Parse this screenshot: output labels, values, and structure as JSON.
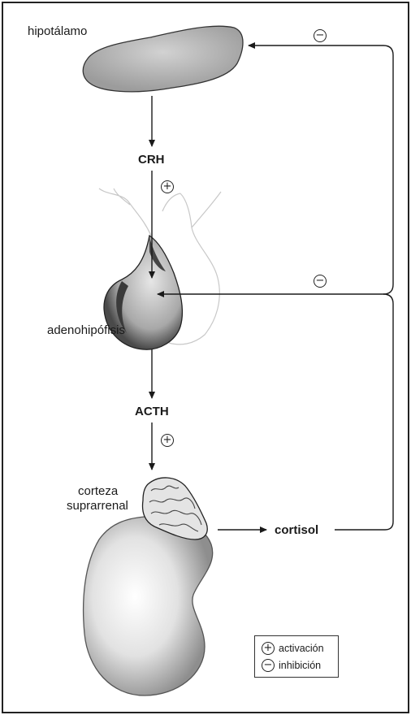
{
  "labels": {
    "hypothalamus": "hipotálamo",
    "crh": "CRH",
    "adenohypophysis": "adenohipófisis",
    "acth": "ACTH",
    "adrenal_cortex_line1": "corteza",
    "adrenal_cortex_line2": "suprarrenal",
    "cortisol": "cortisol"
  },
  "symbols": {
    "plus": "+",
    "minus": "−"
  },
  "legend": {
    "activation": "activación",
    "inhibition": "inhibición"
  },
  "colors": {
    "border": "#222222",
    "arrow": "#1a1a1a",
    "organ_fill": "#bdbdbd",
    "organ_dark": "#555555"
  }
}
